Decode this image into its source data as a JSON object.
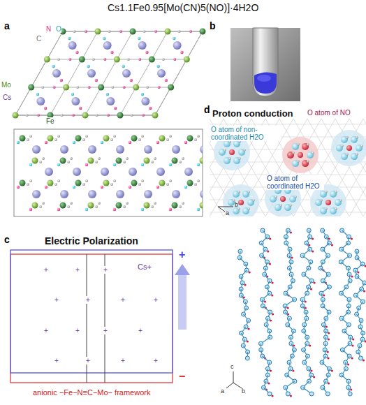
{
  "diagram": {
    "title": "Cs1.1Fe0.95[Mo(CN)5(NO)]·4H2O",
    "labels": [
      "a",
      "N",
      "O",
      "C",
      "Mo",
      "Cs",
      "Fe",
      "b",
      "c",
      "Electric Polarization",
      "Cs+",
      "+",
      "+",
      "+",
      "+",
      "+",
      "+",
      "+",
      "+",
      "+",
      "+",
      "+",
      "+",
      "+",
      "+",
      "+",
      "+",
      "−",
      "anionic −Fe−N≡C−Mo− framework",
      "d",
      "Proton conduction",
      "O atom of NO",
      "O atom of non-coordinated H2O",
      "O atom of coordinated H2O",
      "a",
      "b",
      "c",
      "a",
      "b"
    ]
  }
}
